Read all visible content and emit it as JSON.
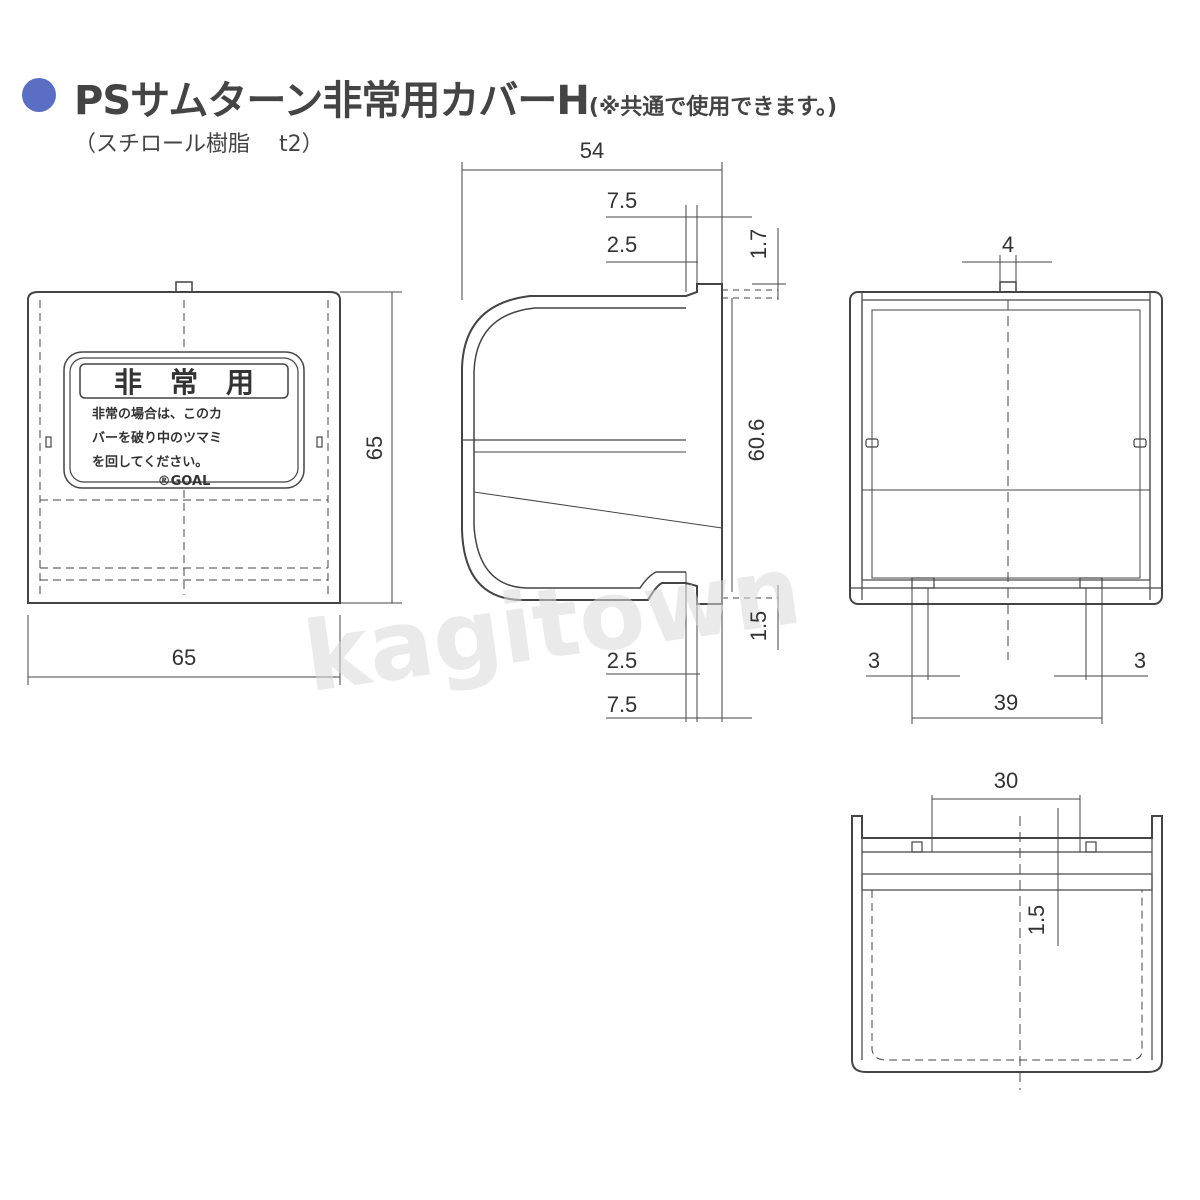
{
  "header": {
    "title": "PSサムターン非常用カバーH",
    "title_note": "(※共通で使用できます。)",
    "subtitle": "（スチロール樹脂　 t2）"
  },
  "front_view": {
    "label_title": "非　常　用",
    "label_line1": "非常の場合は、このカ",
    "label_line2": "バーを破り中のツマミ",
    "label_line3": "を回してください。",
    "label_brand": "®GOAL",
    "dim_width": "65",
    "dim_height": "65"
  },
  "side_view": {
    "dim_54": "54",
    "dim_7_5_top": "7.5",
    "dim_2_5_top": "2.5",
    "dim_1_7": "1.7",
    "dim_60_6": "60.6",
    "dim_1_5": "1.5",
    "dim_2_5_bottom": "2.5",
    "dim_7_5_bottom": "7.5"
  },
  "back_view": {
    "dim_4": "4",
    "dim_3_left": "3",
    "dim_3_right": "3",
    "dim_39": "39"
  },
  "bottom_view": {
    "dim_30": "30",
    "dim_1_5": "1.5"
  },
  "watermark": "kagitown",
  "colors": {
    "bullet": "#5a6fc4",
    "line": "#444444"
  }
}
